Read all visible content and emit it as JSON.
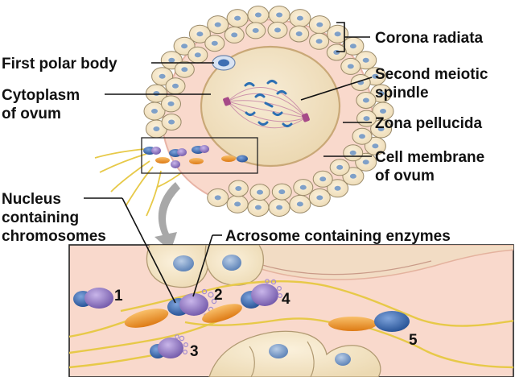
{
  "labels": {
    "corona_radiata": "Corona radiata",
    "first_polar_body": "First polar body",
    "second_meiotic_line1": "Second meiotic",
    "second_meiotic_line2": "spindle",
    "cytoplasm_line1": "Cytoplasm",
    "cytoplasm_line2": "of ovum",
    "zona_pellucida": "Zona pellucida",
    "cell_membrane_line1": "Cell membrane",
    "cell_membrane_line2": "of ovum",
    "nucleus_line1": "Nucleus",
    "nucleus_line2": "containing",
    "nucleus_line3": "chromosomes",
    "acrosome": "Acrosome containing enzymes"
  },
  "sperm_numbers": [
    "1",
    "2",
    "3",
    "4",
    "5"
  ],
  "colors": {
    "corona_cell_fill": "#f6e7c8",
    "corona_cell_stroke": "#9a8a6a",
    "cell_nucleus": "#7fa0c8",
    "zona_pellucida": "#f9d9cc",
    "zona_edge": "#e8b4a6",
    "cytoplasm": "#f2e3c6",
    "spindle_fiber": "#b36a8a",
    "chromosome": "#2c6fb3",
    "sperm_head": "#3f6fb3",
    "acrosome": "#9b7fc8",
    "midpiece": "#f39a2a",
    "tail": "#e7c948",
    "arrow": "#a8a8a8"
  }
}
